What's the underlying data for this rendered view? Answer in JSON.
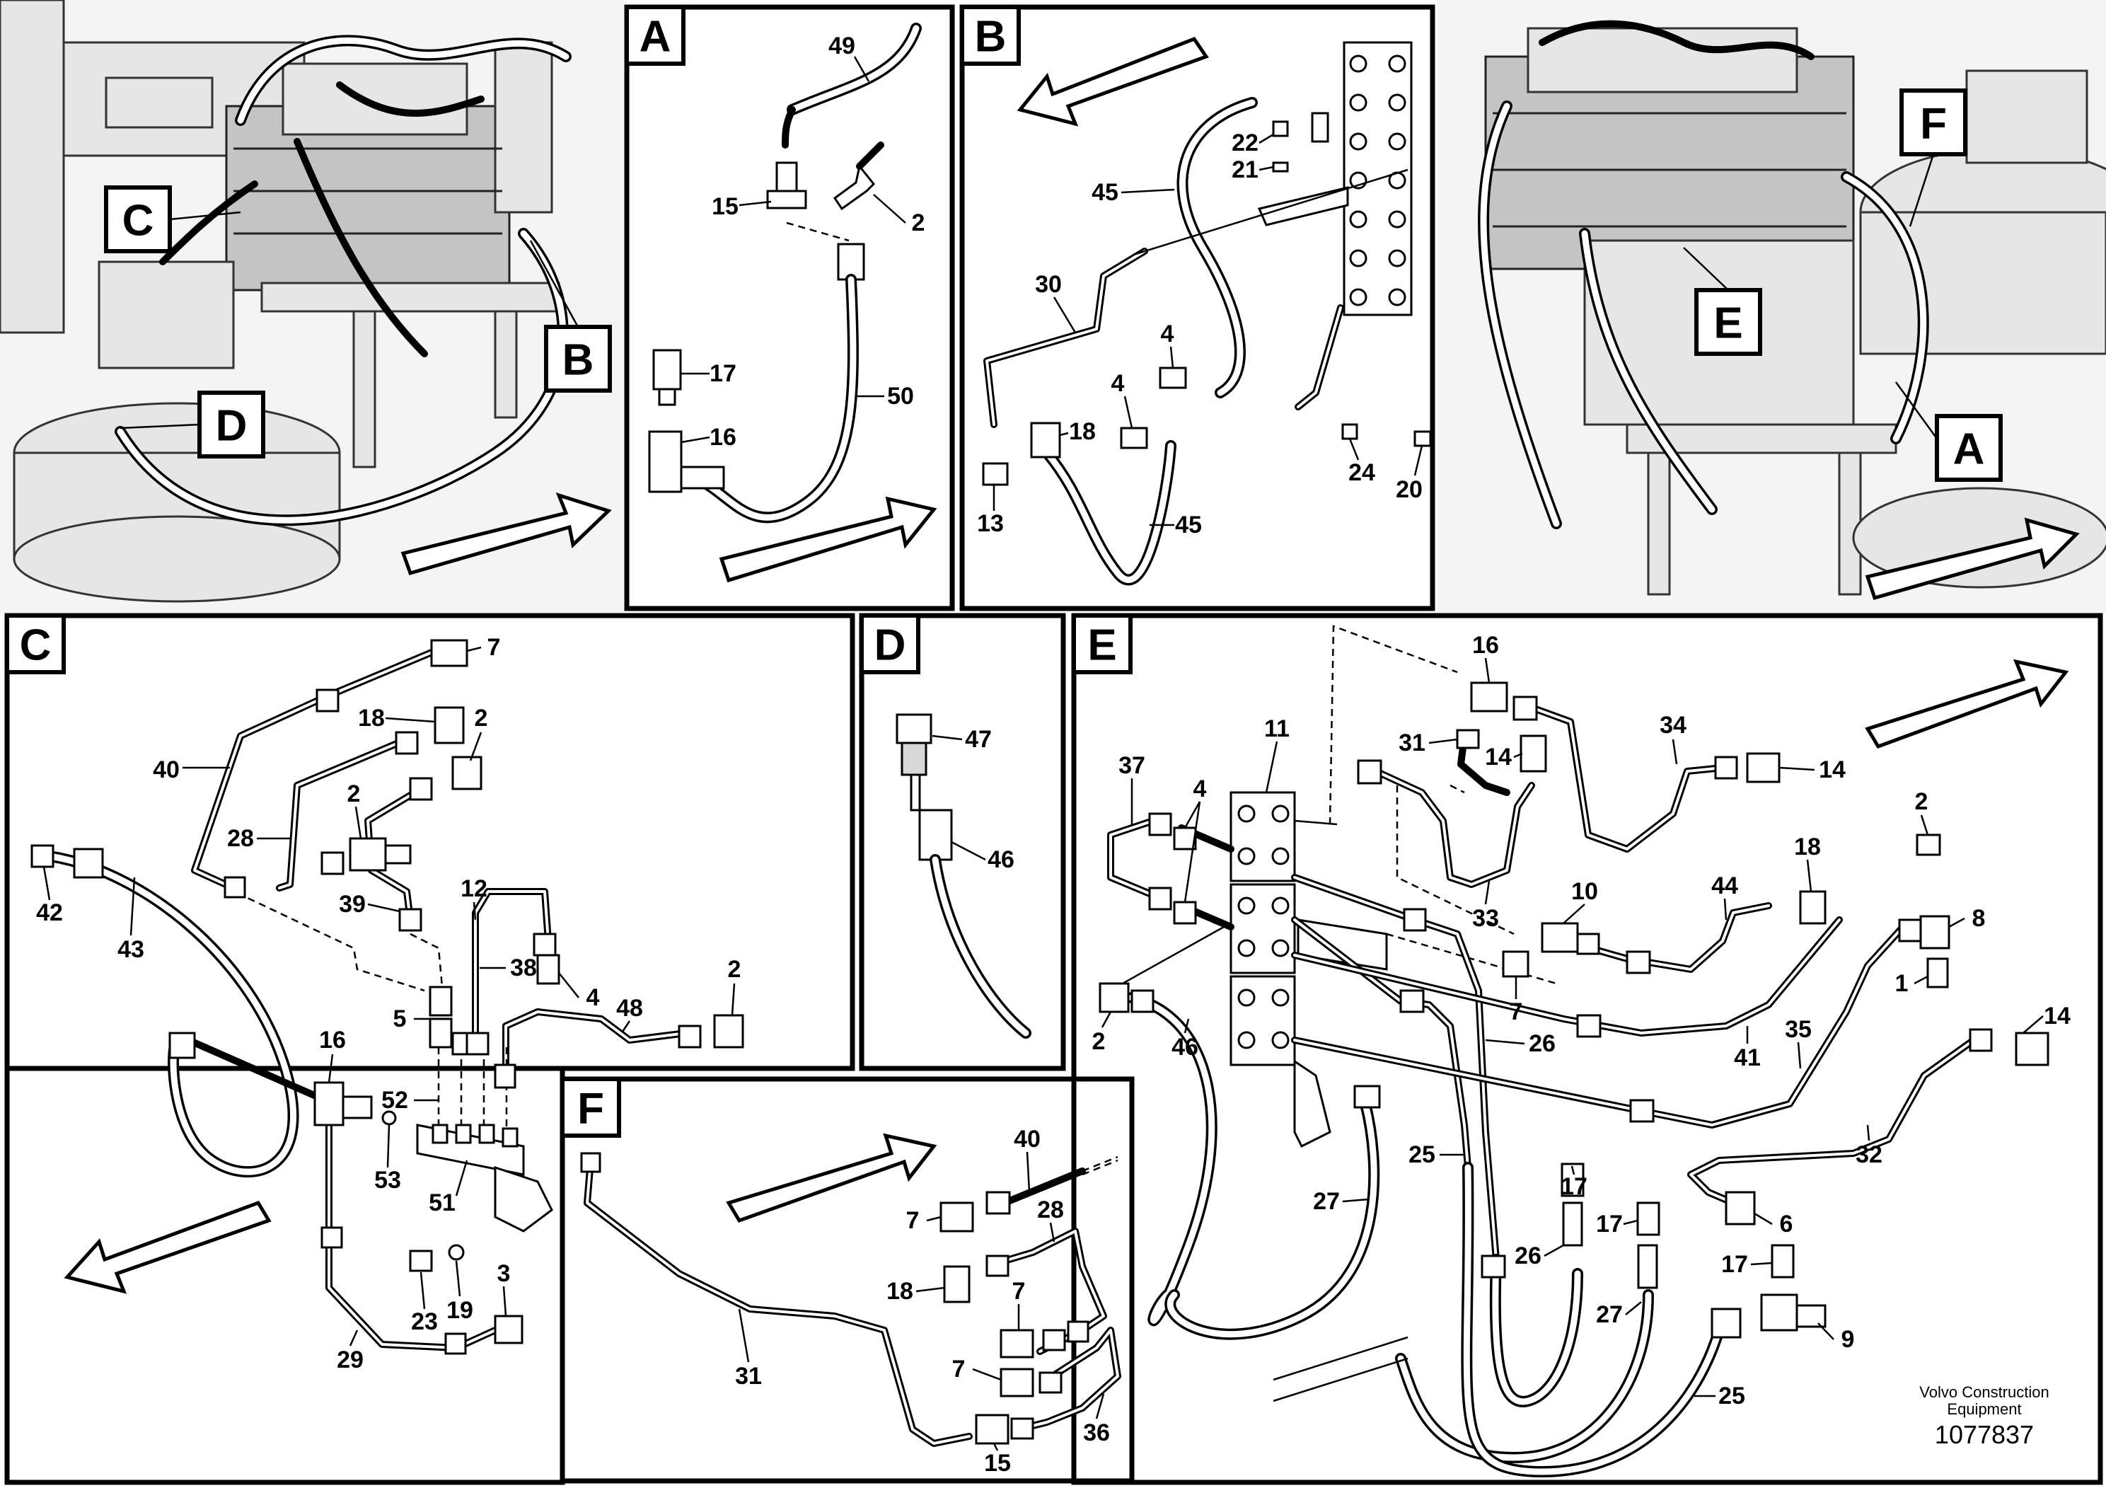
{
  "panels": {
    "A": {
      "tag": "A",
      "labels": [
        "49",
        "15",
        "2",
        "17",
        "16",
        "50"
      ]
    },
    "B": {
      "tag": "B",
      "labels": [
        "22",
        "21",
        "45",
        "30",
        "4",
        "4",
        "18",
        "13",
        "45",
        "24",
        "20"
      ]
    },
    "C": {
      "tag": "C",
      "labels": [
        "7",
        "18",
        "2",
        "40",
        "28",
        "2",
        "42",
        "43",
        "39",
        "12",
        "38",
        "4",
        "2",
        "48",
        "5",
        "16",
        "52",
        "53",
        "51",
        "23",
        "19",
        "3",
        "29"
      ]
    },
    "D": {
      "tag": "D",
      "labels": [
        "47",
        "46"
      ]
    },
    "E": {
      "tag": "E",
      "labels": [
        "16",
        "11",
        "31",
        "14",
        "34",
        "14",
        "37",
        "4",
        "33",
        "18",
        "2",
        "10",
        "44",
        "8",
        "1",
        "7",
        "2",
        "46",
        "26",
        "41",
        "35",
        "14",
        "25",
        "32",
        "6",
        "17",
        "17",
        "27",
        "26",
        "17",
        "27",
        "9",
        "25"
      ]
    },
    "F": {
      "tag": "F",
      "labels": [
        "40",
        "7",
        "28",
        "18",
        "7",
        "7",
        "31",
        "36",
        "15"
      ]
    }
  },
  "overview_left_tags": [
    "C",
    "B",
    "D"
  ],
  "overview_right_tags": [
    "F",
    "E",
    "A"
  ],
  "publisher": "Volvo Construction Equipment",
  "document_number": "1077837"
}
